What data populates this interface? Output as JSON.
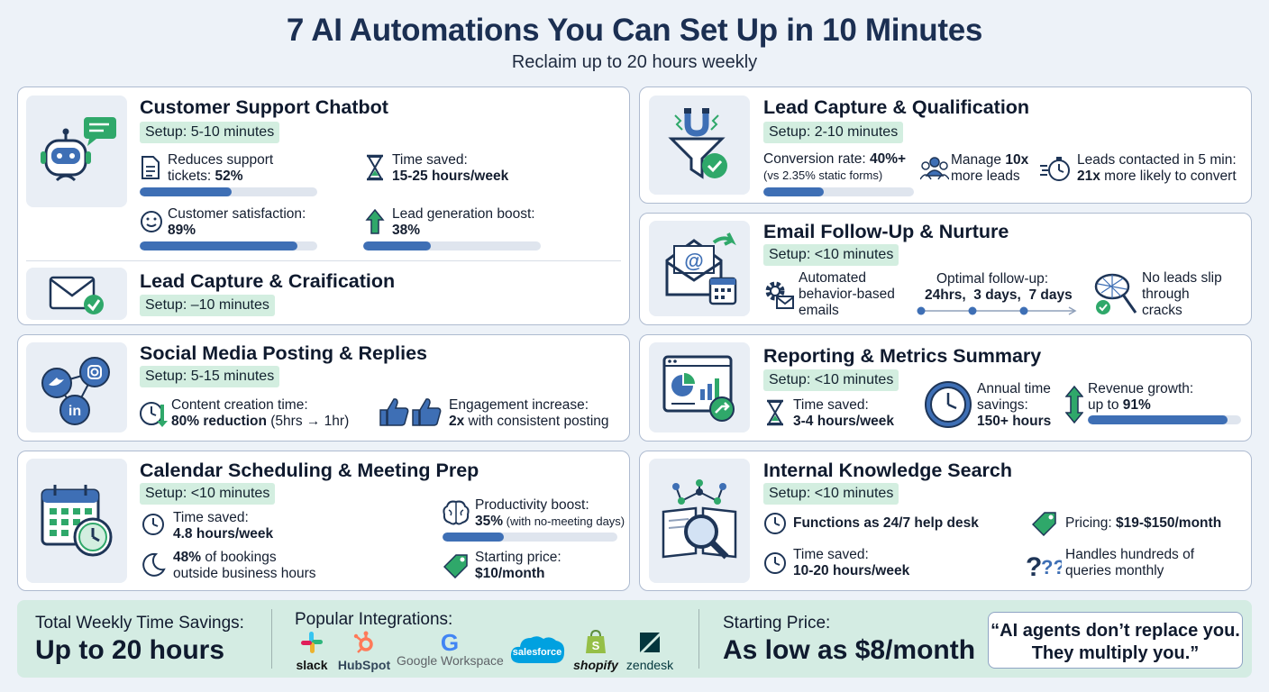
{
  "header": {
    "title": "7 AI Automations You Can Set Up in 10 Minutes",
    "subtitle": "Reclaim up to 20 hours weekly"
  },
  "support": {
    "title": "Customer Support Chatbot",
    "setup": "Setup: 5-10 minutes",
    "s1_label": "Reduces support",
    "s1_prefix": "tickets: ",
    "s1_value": "52%",
    "s1_progress": 0.52,
    "s2_label": "Time saved:",
    "s2_value": "15-25 hours/week",
    "s3_label": "Customer satisfaction:",
    "s3_value": "89%",
    "s3_progress": 0.89,
    "s4_label": "Lead generation boost:",
    "s4_value": "38%",
    "s4_progress": 0.38
  },
  "lead_mini": {
    "title": "Lead Capture & Craification",
    "setup": "Setup: –10 minutes"
  },
  "social": {
    "title": "Social Media Posting & Replies",
    "setup": "Setup: 5-15 minutes",
    "s1_label": "Content creation time:",
    "s1_value": "80% reduction",
    "s1_note": " (5hrs → 1hr)",
    "s2_label": "Engagement increase:",
    "s2_value": "2x",
    "s2_note": " with consistent posting"
  },
  "calendar": {
    "title": "Calendar Scheduling & Meeting Prep",
    "setup": "Setup: <10 minutes",
    "s1_label": "Time saved:",
    "s1_value": "4.8 hours/week",
    "s2_value": "48%",
    "s2_label": " of bookings",
    "s2_line2": "outside business hours",
    "s3_label": "Productivity boost:",
    "s3_value": "35%",
    "s3_note": " (with no-meeting days)",
    "s3_progress": 0.35,
    "s4_label": "Starting price:",
    "s4_value": "$10/month"
  },
  "lead": {
    "title": "Lead Capture & Qualification",
    "setup": "Setup: 2-10 minutes",
    "s1_label": "Conversion rate: ",
    "s1_value": "40%+",
    "s1_note": "(vs 2.35% static forms)",
    "s1_progress": 0.4,
    "s2_prefix": "Manage ",
    "s2_value": "10x",
    "s2_line2": "more leads",
    "s3_label": "Leads contacted in 5 min:",
    "s3_value": "21x",
    "s3_note": " more likely to convert"
  },
  "email": {
    "title": "Email Follow-Up & Nurture",
    "setup": "Setup: <10 minutes",
    "s1_l1": "Automated",
    "s1_l2": "behavior-based",
    "s1_l3": "emails",
    "s2_label": "Optimal follow-up:",
    "s2_t1": "24hrs,",
    "s2_t2": "3 days,",
    "s2_t3": "7 days",
    "s3_l1": "No leads slip",
    "s3_l2": "through",
    "s3_l3": "cracks"
  },
  "reporting": {
    "title": "Reporting & Metrics Summary",
    "setup": "Setup: <10 minutes",
    "s1_label": "Time saved:",
    "s1_value": "3-4 hours/week",
    "s2_l1": "Annual time",
    "s2_l2": "savings:",
    "s2_value": "150+ hours",
    "s3_label": "Revenue growth:",
    "s3_prefix": "up to ",
    "s3_value": "91%",
    "s3_progress": 0.91
  },
  "knowledge": {
    "title": "Internal Knowledge Search",
    "setup": "Setup: <10 minutes",
    "s1_value": "Functions as 24/7 help desk",
    "s2_label": "Pricing: ",
    "s2_value": "$19-$150/month",
    "s3_label": "Time saved:",
    "s3_value": "10-20 hours/week",
    "s4_l1": "Handles hundreds of",
    "s4_l2": "queries monthly"
  },
  "footer": {
    "savings_label": "Total Weekly Time Savings:",
    "savings_value": "Up to 20 hours",
    "integrations_label": "Popular Integrations:",
    "integrations": [
      "slack",
      "HubSpot",
      "Google Workspace",
      "salesforce",
      "shopify",
      "zendesk"
    ],
    "price_label": "Starting Price:",
    "price_value": "As low as $8/month",
    "quote_l1": "“AI agents don’t replace you.",
    "quote_l2": "They multiply you.”"
  },
  "colors": {
    "accent": "#3e6fb5",
    "setup_bg": "#d3eee0",
    "green": "#2fa86a",
    "footer_bg": "#d4ece3"
  }
}
